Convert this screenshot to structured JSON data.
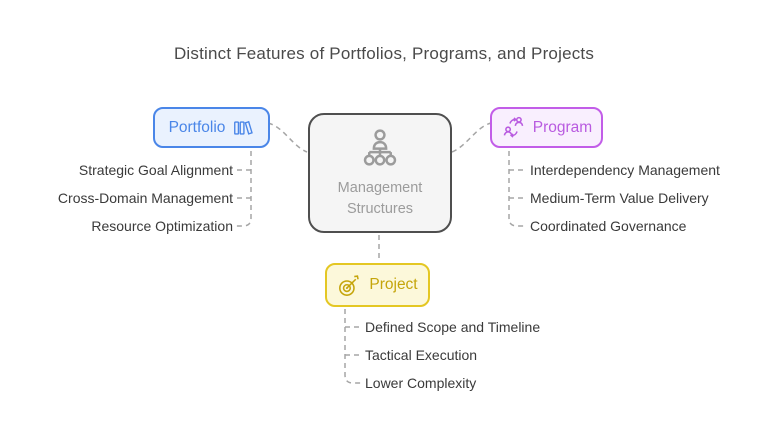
{
  "title": "Distinct Features of Portfolios, Programs, and Projects",
  "center_node": {
    "label": "Management Structures",
    "icon": "org-chart-icon"
  },
  "nodes": {
    "portfolio": {
      "label": "Portfolio",
      "icon": "files-stack-icon",
      "features": [
        "Strategic Goal Alignment",
        "Cross-Domain Management",
        "Resource Optimization"
      ],
      "colors": {
        "border": "#4a86e8",
        "fill": "#eaf2fe",
        "text": "#4a86e8"
      }
    },
    "program": {
      "label": "Program",
      "icon": "people-exchange-icon",
      "features": [
        "Interdependency Management",
        "Medium-Term Value Delivery",
        "Coordinated Governance"
      ],
      "colors": {
        "border": "#c25de8",
        "fill": "#f9effe",
        "text": "#b95be0"
      }
    },
    "project": {
      "label": "Project",
      "icon": "dart-target-icon",
      "features": [
        "Defined Scope and Timeline",
        "Tactical Execution",
        "Lower Complexity"
      ],
      "colors": {
        "border": "#e4c723",
        "fill": "#fcf8da",
        "text": "#c5a50b"
      }
    }
  },
  "palette": {
    "center_border": "#4f4f4f",
    "center_fill": "#f5f5f5",
    "center_text": "#9c9c9c",
    "connector_gray": "#a5a5a5",
    "title_text": "#4a4a4a",
    "feature_text": "#3a3a3a",
    "background": "#ffffff"
  }
}
